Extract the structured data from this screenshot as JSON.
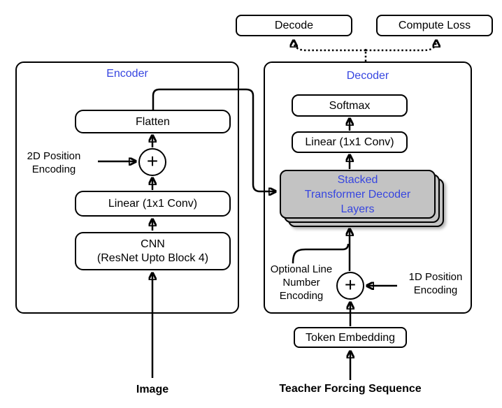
{
  "colors": {
    "accent_blue": "#3645e0",
    "stack_fill": "#c3c3c3",
    "line_black": "#000000"
  },
  "top_row": {
    "decode_label": "Decode",
    "compute_loss_label": "Compute Loss"
  },
  "encoder": {
    "title": "Encoder",
    "flatten_label": "Flatten",
    "plus_symbol": "+",
    "pos_encoding": {
      "line1": "2D Position",
      "line2": "Encoding"
    },
    "linear_label": "Linear (1x1 Conv)",
    "cnn": {
      "line1": "CNN",
      "line2": "(ResNet Upto Block 4)"
    },
    "input_label": "Image"
  },
  "decoder": {
    "title": "Decoder",
    "softmax_label": "Softmax",
    "linear_label": "Linear (1x1 Conv)",
    "stacked": {
      "line1": "Stacked",
      "line2": "Transformer Decoder",
      "line3": "Layers"
    },
    "plus_symbol": "+",
    "optional_line_number": {
      "line1": "Optional Line",
      "line2": "Number",
      "line3": "Encoding"
    },
    "pos_encoding": {
      "line1": "1D Position",
      "line2": "Encoding"
    },
    "token_embedding_label": "Token Embedding",
    "input_label": "Teacher Forcing Sequence"
  }
}
